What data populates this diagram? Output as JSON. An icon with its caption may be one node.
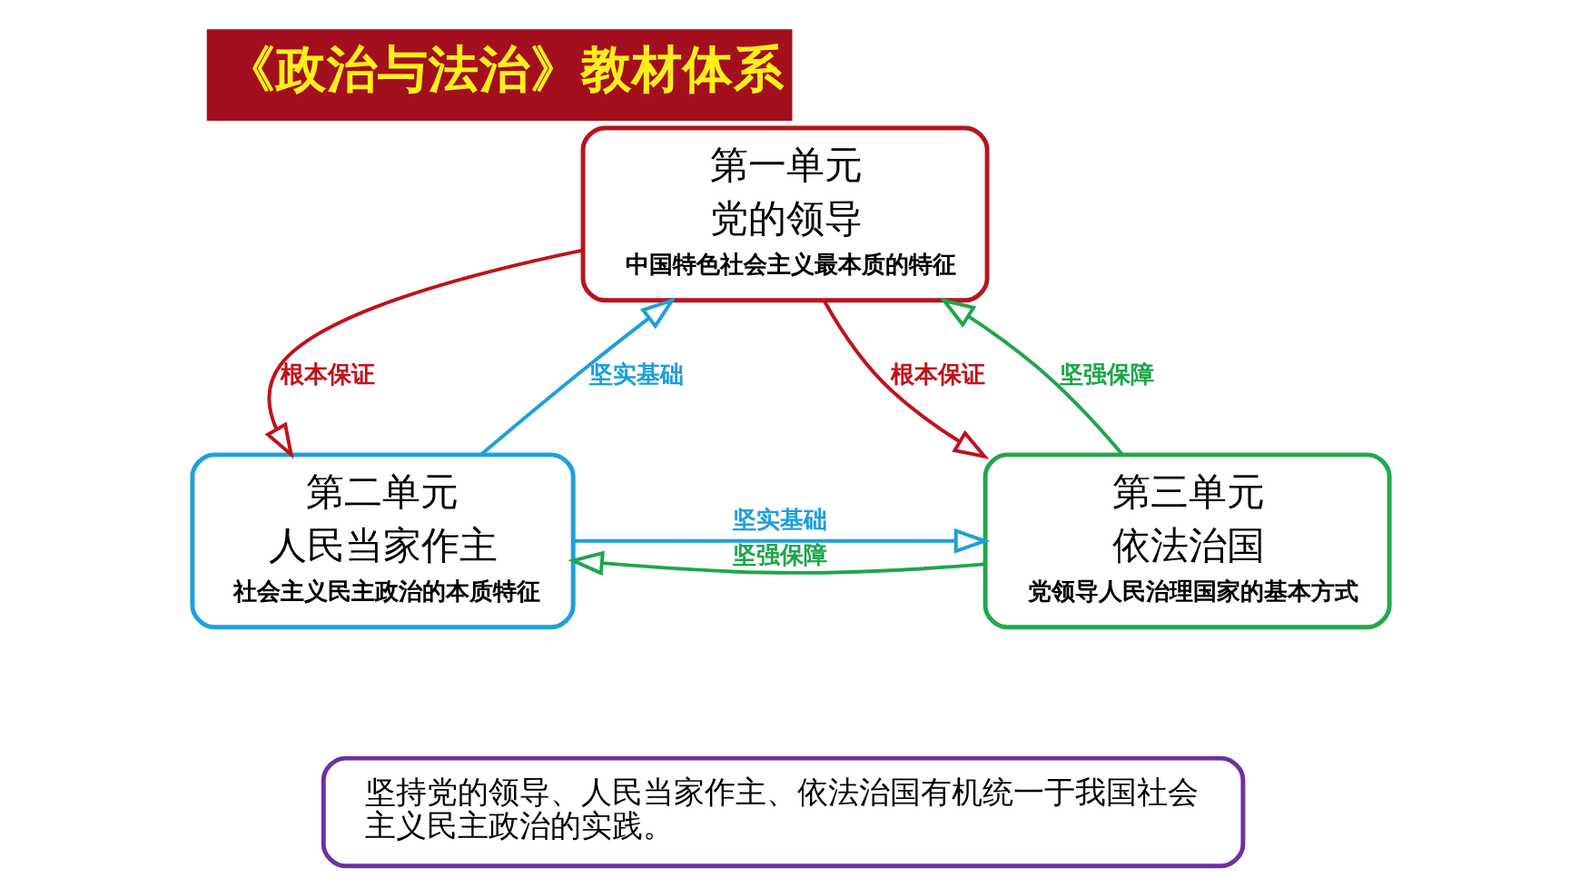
{
  "diagram": {
    "title": "《政治与法治》教材体系",
    "nodes": [
      {
        "text": [
          "第一单元",
          "党的领导",
          "中国特色社会主义最本质的特征"
        ]
      },
      {
        "text": [
          "第二单元",
          "人民当家作主",
          "社会主义民主政治的本质特征"
        ]
      },
      {
        "text": [
          "第三单元",
          "依法治国",
          "党领导人民治理国家的基本方式"
        ]
      },
      {
        "text": [
          "坚持党的领导、人民当家作主、依法治国有机统一于我国社会主义民主政治的实践。"
        ]
      }
    ],
    "edges": [
      {
        "from": 0,
        "to": 1,
        "arrow": "to",
        "label": "根本保证",
        "color": "#c0121c"
      },
      {
        "from": 1,
        "to": 0,
        "arrow": "to",
        "label": "坚实基础",
        "color": "#1e9fdc"
      },
      {
        "from": 2,
        "to": 0,
        "arrow": "to",
        "label": "坚强保障",
        "color": "#1fa64a"
      },
      {
        "from": 0,
        "to": 2,
        "arrow": "to",
        "label": "根本保证",
        "color": "#c0121c"
      },
      {
        "from": 1,
        "to": 2,
        "arrow": "to",
        "label": "坚实基础",
        "color": "#1e9fdc"
      },
      {
        "from": 2,
        "to": 1,
        "arrow": "to",
        "label": "坚强保障",
        "color": "#1fa64a"
      }
    ]
  }
}
